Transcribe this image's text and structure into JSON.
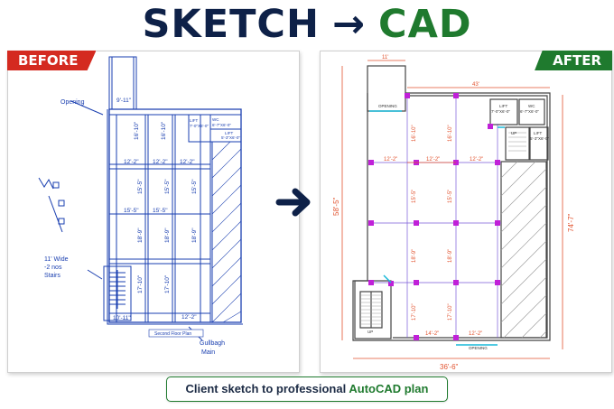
{
  "header": {
    "word1": "SKETCH",
    "arrow": "→",
    "word2": "CAD"
  },
  "before": {
    "tag": "BEFORE",
    "notes": {
      "opening": "Opening",
      "stairs_1": "11' Wide",
      "stairs_2": "-2 nos",
      "stairs_3": "Stairs",
      "street_1": "Gullbagh",
      "street_2": "Main",
      "plan_title": "Second Floor Plan"
    },
    "room_labels": {
      "lift": "LIFT",
      "wc": "WC",
      "lift_dim": "7'-0\"X6'-0\"",
      "wc_dim": "6'-7\"X6'-0\"",
      "lift2": "LIFT",
      "lift2_dim": "5'-3\"X6'-0\""
    },
    "dims": [
      "16'-10\"",
      "16'-10\"",
      "12'-2\"",
      "12'-2\"",
      "12'-2\"",
      "15'-5\"",
      "15'-5\"",
      "15'-5\"",
      "18'-9\"",
      "18'-9\"",
      "18'-9\"",
      "17'-10\"",
      "17'-10\"",
      "15'-5\"",
      "15'-5\"",
      "12'-2\"",
      "9'-11\"",
      "10'-11\""
    ]
  },
  "after": {
    "tag": "AFTER",
    "dims": {
      "top_small": "11'",
      "top_wide": "43'",
      "left_total": "58'-5\"",
      "right_total": "74'-7\"",
      "bottom_total": "36'-6\"",
      "d1": "16'-10\"",
      "d2": "16'-10\"",
      "h1": "12'-2\"",
      "h2": "12'-2\"",
      "h3": "12'-2\"",
      "d3": "15'-5\"",
      "d4": "15'-5\"",
      "d5": "18'-9\"",
      "d6": "18'-9\"",
      "d7": "17'-10\"",
      "d8": "17'-10\"",
      "h4": "14'-2\"",
      "h5": "12'-2\""
    },
    "rooms": {
      "opening_top": "OPENING",
      "opening_bottom": "OPENING",
      "lift1": "LIFT",
      "lift1_dim": "7'-0\"X6'-0\"",
      "wc": "WC",
      "wc_dim": "6'-7\"X6'-0\"",
      "up": "UP",
      "lift2": "LIFT",
      "lift2_dim": "5'-3\"X6'-0\"",
      "up2": "UP"
    }
  },
  "caption": {
    "prefix": "Client sketch to professional ",
    "highlight": "AutoCAD plan"
  },
  "colors": {
    "navy": "#0e2148",
    "green": "#1f7a2e",
    "red": "#d42a20",
    "sketch_blue": "#1a3fb0",
    "dim_red": "#e2532f",
    "column_magenta": "#c020d8"
  }
}
